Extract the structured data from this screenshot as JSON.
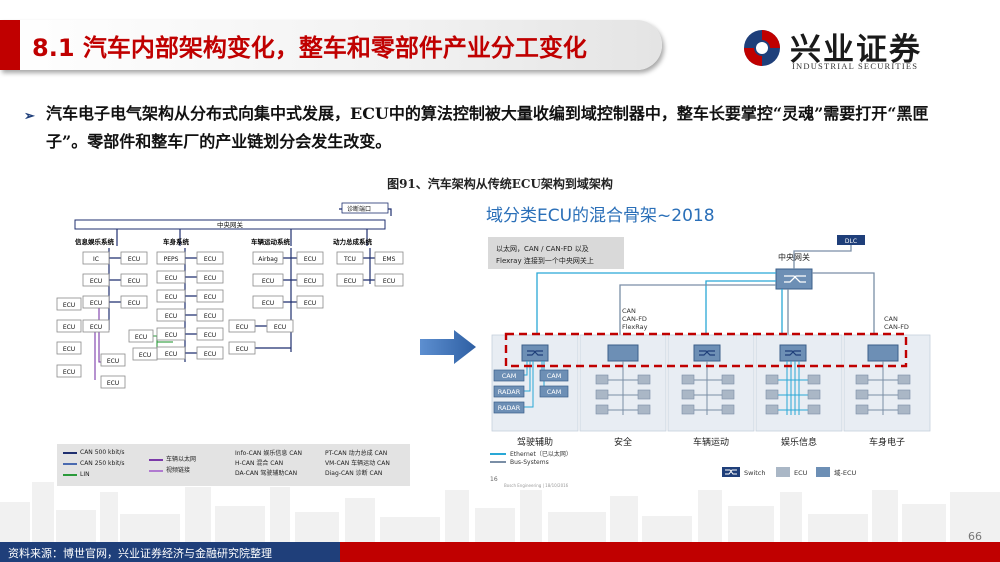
{
  "header": {
    "title": "8.1 汽车内部架构变化，整车和零部件产业分工变化",
    "logo_cn": "兴业证券",
    "logo_en": "INDUSTRIAL SECURITIES"
  },
  "bullet": {
    "text": "汽车电子电气架构从分布式向集中式发展，ECU中的算法控制被大量收编到域控制器中，整车长要掌控“灵魂”需要打开“黑匣子”。零部件和整车厂的产业链划分会发生改变。"
  },
  "figure": {
    "caption": "图91、汽车架构从传统ECU架构到域架构"
  },
  "left_diagram": {
    "top_label": "诊断端口",
    "gateway": "中央网关",
    "groups": [
      "信息娱乐系统",
      "车身系统",
      "车辆运动系统",
      "动力总成系统"
    ],
    "ecu": "ECU",
    "ic": "IC",
    "peps": "PEPS",
    "airbag": "Airbag",
    "tcu": "TCU",
    "ems": "EMS",
    "legend": {
      "can500": "CAN 500 kbit/s",
      "can250": "CAN 250 kbit/s",
      "lin": "LIN",
      "eth": "车辆以太网",
      "video": "视频链接",
      "info_can": "Info-CAN  娱乐信息 CAN",
      "h_can": "H-CAN   混合 CAN",
      "da_can": "DA-CAN  驾驶辅助CAN",
      "pt_can": "PT-CAN  动力总成 CAN",
      "vm_can": "VM-CAN 车辆运动 CAN",
      "diag_can": "Diag-CAN 诊断 CAN"
    }
  },
  "right_diagram": {
    "title": "域分类ECU的混合骨架~2018",
    "note_line1": "以太网，CAN / CAN-FD 以及",
    "note_line2": "Flexray 连接到一个中央网关上",
    "central_gateway": "中央网关",
    "dlc": "DLC",
    "bus_left_1": "CAN",
    "bus_left_2": "CAN-FD",
    "bus_left_3": "FlexRay",
    "bus_right_1": "CAN",
    "bus_right_2": "CAN-FD",
    "cam": "CAM",
    "radar": "RADAR",
    "domains": [
      "驾驶辅助",
      "安全",
      "车辆运动",
      "娱乐信息",
      "车身电子"
    ],
    "legend_eth": "Ethernet（已以太网）",
    "legend_bus": "Bus-Systems",
    "legend_switch": "Switch",
    "legend_ecu": "ECU",
    "legend_domain_ecu": "域-ECU",
    "page_small": "16",
    "fine_print": "Bosch Engineering | 18/10/2016"
  },
  "footer": {
    "source": "资料来源：博世官网，兴业证券经济与金融研究院整理",
    "page": "66"
  },
  "colors": {
    "brand_red": "#c00000",
    "brand_blue": "#1f3f7a",
    "diagram_blue": "#2a6fb8"
  }
}
